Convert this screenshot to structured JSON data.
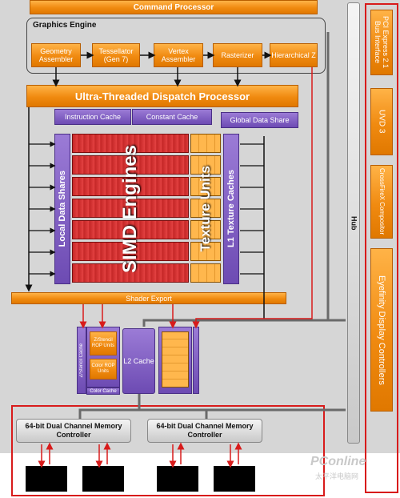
{
  "title_bar": "Command Processor",
  "graphics_engine": {
    "label": "Graphics Engine",
    "units": [
      "Geometry Assembler",
      "Tessellator (Gen 7)",
      "Vertex Assembler",
      "Rasterizer",
      "Hierarchical Z"
    ]
  },
  "dispatch": "Ultra-Threaded Dispatch Processor",
  "caches": {
    "instruction": "Instruction Cache",
    "constant": "Constant Cache",
    "global_data_share": "Global Data Share"
  },
  "simd": {
    "local_data_shares": "Local Data Shares",
    "simd_engines": "SIMD Engines",
    "texture_units": "Texture Units",
    "l1_texture_caches": "L1 Texture Caches"
  },
  "shader_export": "Shader Export",
  "render_backends": {
    "zstencil_cache": "Z/Stencil Cache",
    "zstencil_rop": "Z/Stencil ROP Units",
    "color_rop": "Color ROP Units",
    "color_cache": "Color Cache",
    "l2_cache": "L2 Cache"
  },
  "memory_controllers": [
    "64-bit Dual Channel Memory Controller",
    "64-bit Dual Channel Memory Controller"
  ],
  "hub": "Hub",
  "right_column": [
    "PCI Express 2.1 Bus Interface",
    "UVD 3",
    "CrossFireX Compositor",
    "Eyefinity Display Controllers"
  ],
  "watermark": {
    "main": "PConline",
    "sub": "太平洋电脑网"
  },
  "colors": {
    "orange": "#f08a10",
    "purple": "#6d4bb3",
    "red": "#c62828",
    "highlight_frame": "#d81b1b"
  }
}
